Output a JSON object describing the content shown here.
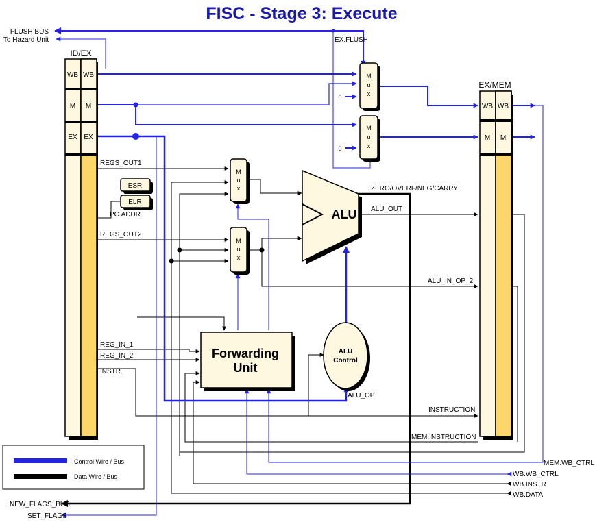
{
  "title": "FISC - Stage 3: Execute",
  "colors": {
    "title": "#1a1aa8",
    "control": "#2323e6",
    "data": "#000000",
    "block_fill": "#fff8e0",
    "stage_fill": "#fdd66b",
    "shadow": "#000000"
  },
  "pipeline_regs": {
    "left": {
      "name": "ID/EX",
      "fields": [
        "WB",
        "M",
        "EX"
      ]
    },
    "right": {
      "name": "EX/MEM",
      "fields": [
        "WB",
        "M"
      ]
    }
  },
  "blocks": {
    "mux_letters": [
      "M",
      "u",
      "x"
    ],
    "esr": "ESR",
    "elr": "ELR",
    "alu": "ALU",
    "forwarding": [
      "Forwarding",
      "Unit"
    ],
    "alu_control": [
      "ALU",
      "Control"
    ],
    "const_zero": "0"
  },
  "signals": {
    "flush_bus": "FLUSH BUS",
    "to_hazard": "To Hazard Unit",
    "ex_flush": "EX.FLUSH",
    "regs_out1": "REGS_OUT1",
    "regs_out2": "REGS_OUT2",
    "pc_addr": "PC.ADDR",
    "zero_flags": "ZERO/OVERF/NEG/CARRY",
    "alu_out": "ALU_OUT",
    "alu_in_op_2": "ALU_IN_OP_2",
    "reg_in_1": "REG_IN_1",
    "reg_in_2": "REG_IN_2",
    "instr": "INSTR.",
    "alu_op": "ALU_OP",
    "instruction": "INSTRUCTION",
    "mem_instruction": "MEM.INSTRUCTION",
    "mem_wb_ctrl": "MEM.WB_CTRL",
    "wb_wb_ctrl": "WB.WB_CTRL",
    "wb_instr": "WB.INSTR",
    "wb_data": "WB.DATA",
    "new_flags_bus": "NEW_FLAGS_BUS",
    "set_flags": "SET_FLAGS"
  },
  "legend": {
    "control": "Control Wire / Bus",
    "data": "Data Wire / Bus"
  }
}
